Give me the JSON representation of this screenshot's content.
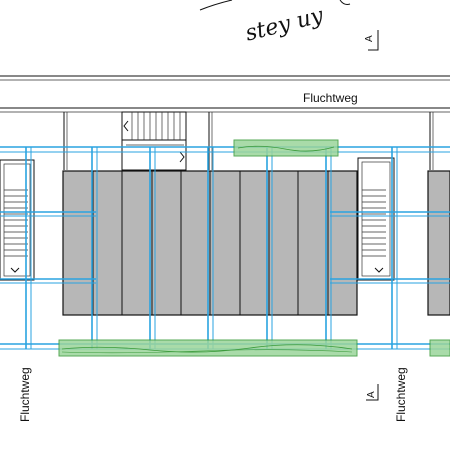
{
  "labels": {
    "route_top": "Fluchtweg",
    "route_left": "Fluchtweg",
    "route_right": "Fluchtweg",
    "section_top": "A",
    "section_bottom": "A",
    "handwriting": "stey uy"
  },
  "colors": {
    "structure": "#2aa3e0",
    "green_zone": "#9bd59b",
    "roof_grey": "#b7b7b7"
  }
}
